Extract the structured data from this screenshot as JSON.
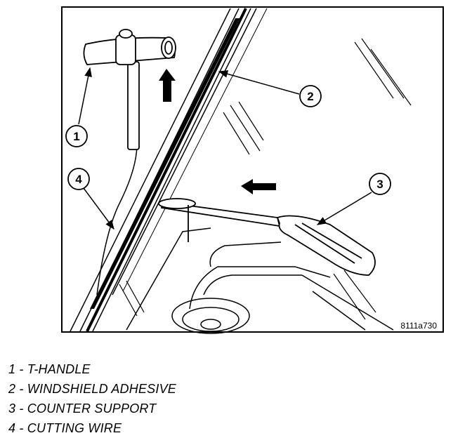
{
  "figure": {
    "id": "8111a730",
    "callouts": [
      "1",
      "2",
      "3",
      "4"
    ]
  },
  "legend": [
    {
      "number": "1",
      "text": "1 - T-HANDLE"
    },
    {
      "number": "2",
      "text": "2 - WINDSHIELD ADHESIVE"
    },
    {
      "number": "3",
      "text": "3 - COUNTER SUPPORT"
    },
    {
      "number": "4",
      "text": "4 - CUTTING WIRE"
    }
  ]
}
